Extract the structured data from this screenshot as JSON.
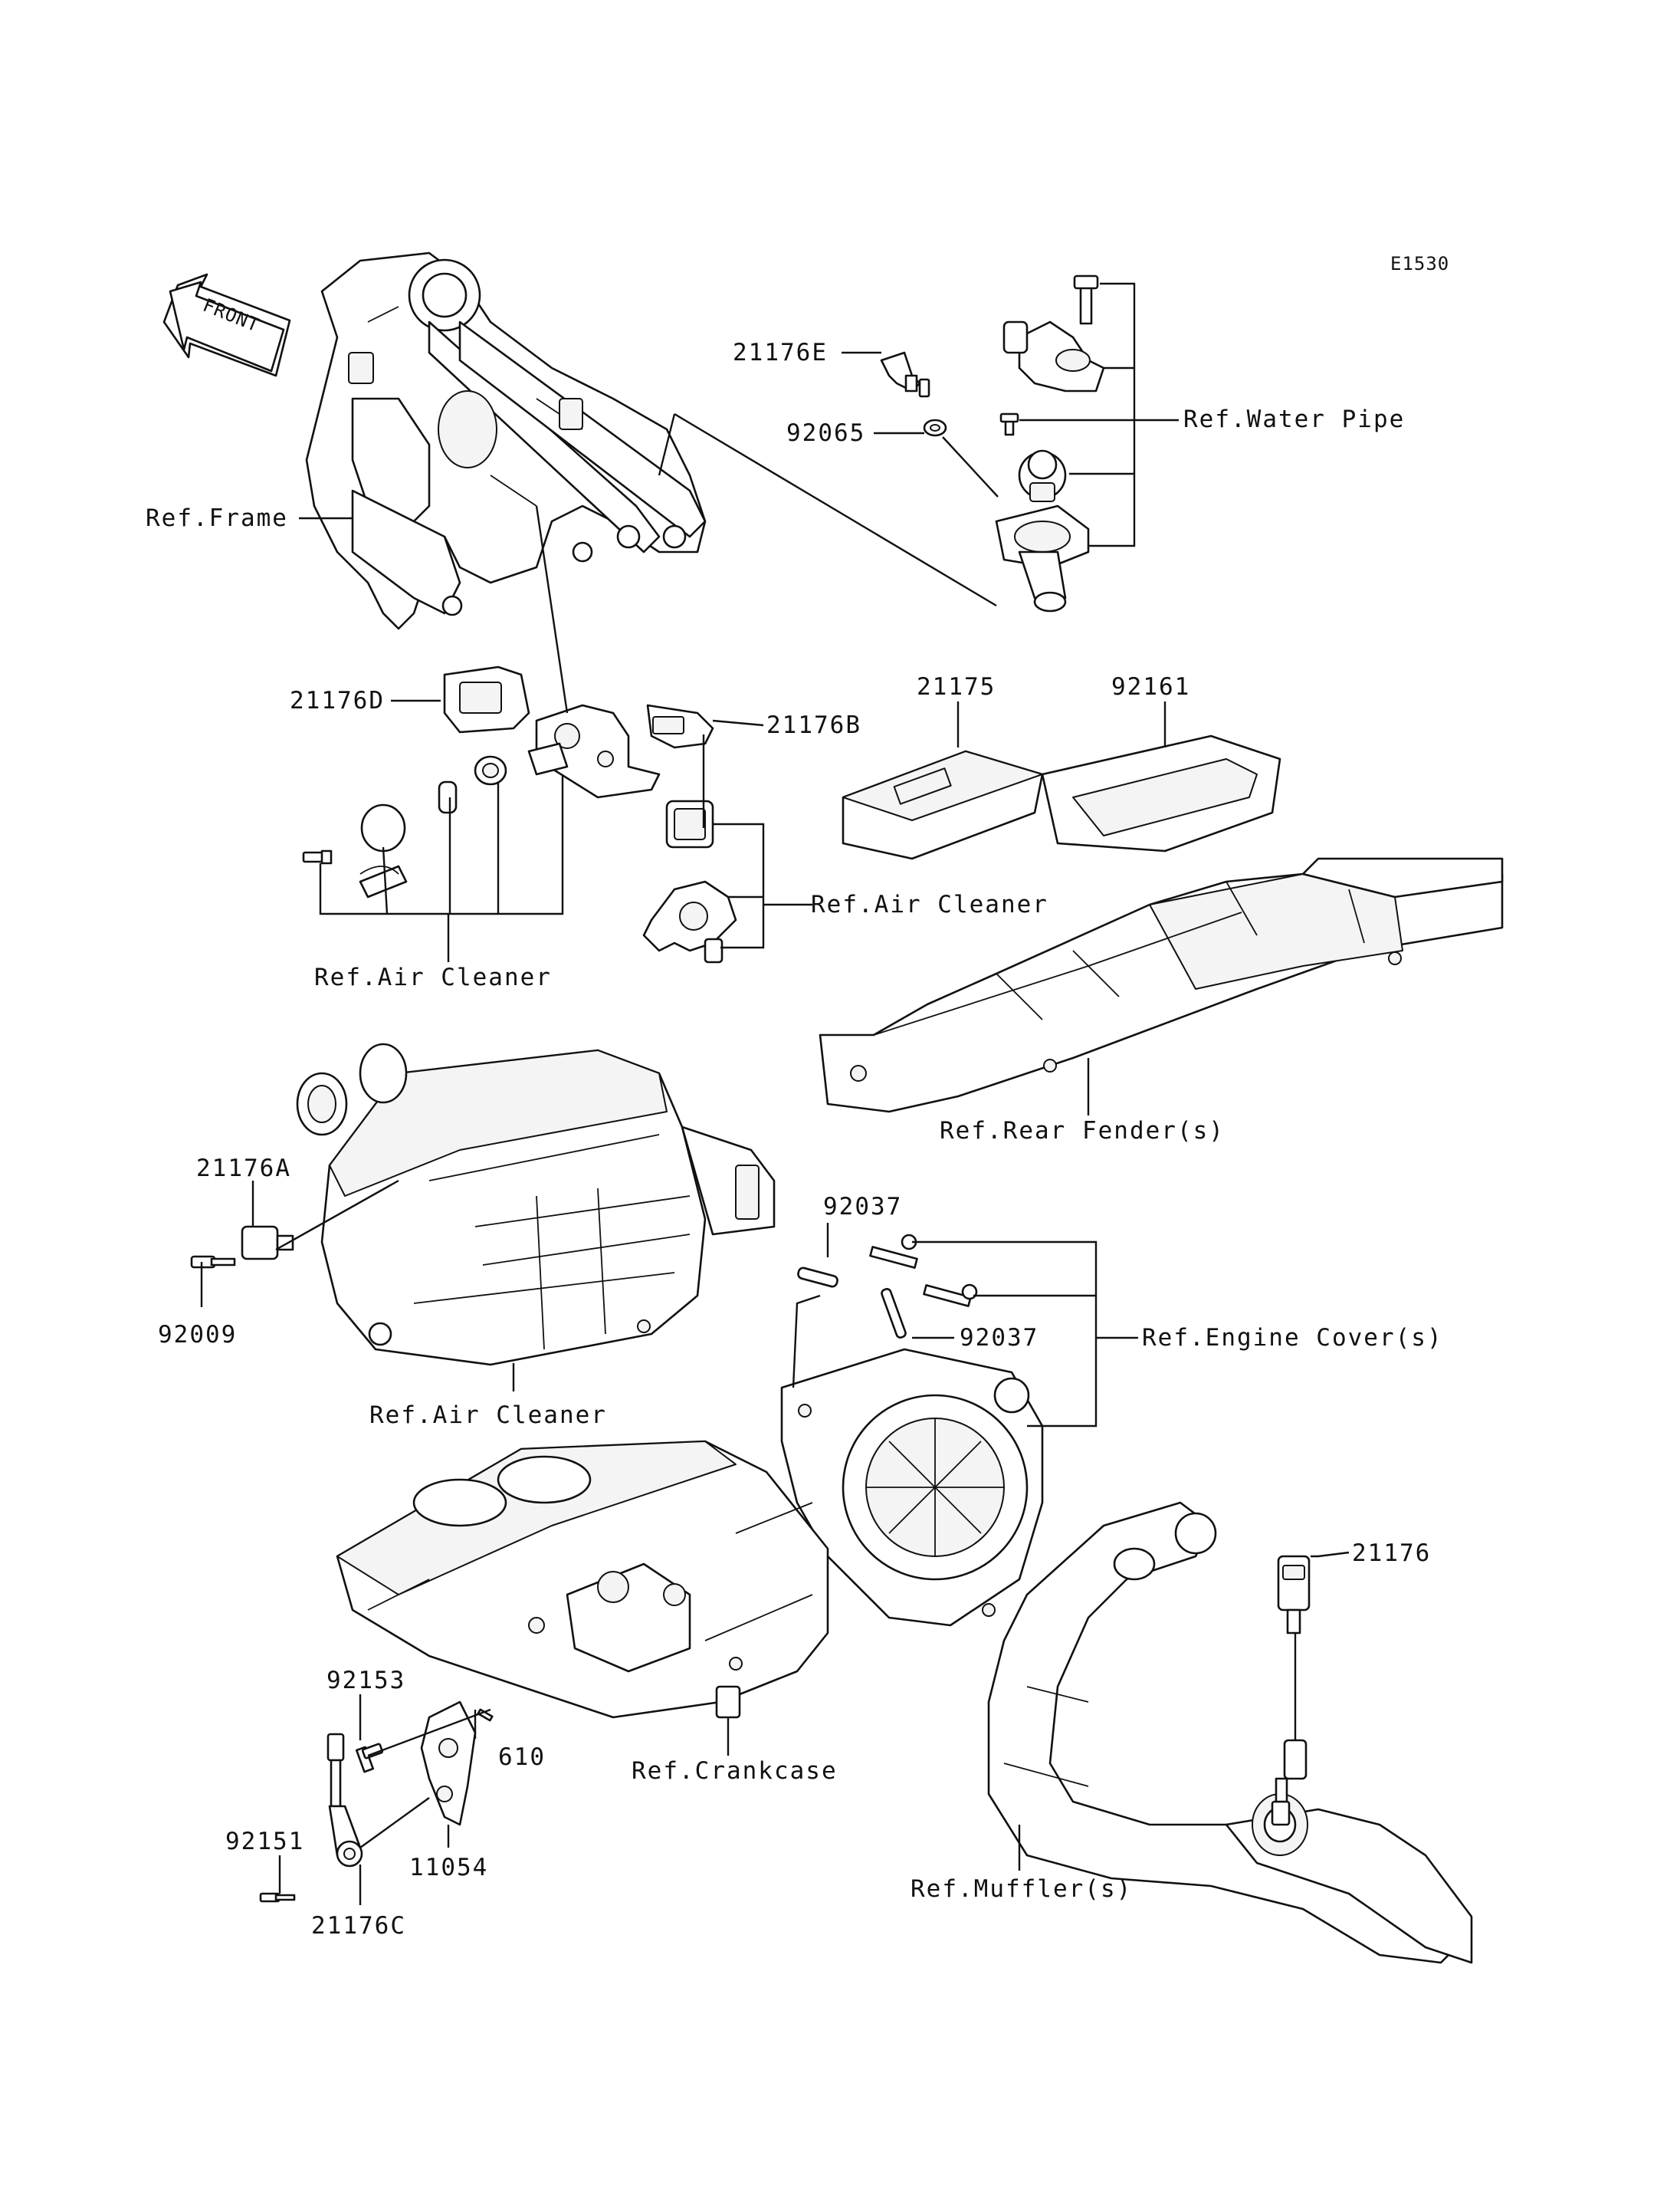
{
  "diagram_code": "E1530",
  "front_label": "FRONT",
  "labels": {
    "p21176E": "21176E",
    "p92065": "92065",
    "ref_water_pipe": "Ref.Water Pipe",
    "ref_frame": "Ref.Frame",
    "p21176D": "21176D",
    "p21176B": "21176B",
    "p21175": "21175",
    "p92161": "92161",
    "ref_air_cleaner_1": "Ref.Air Cleaner",
    "ref_air_cleaner_2": "Ref.Air Cleaner",
    "ref_rear_fender": "Ref.Rear Fender(s)",
    "p21176A": "21176A",
    "p92009": "92009",
    "ref_air_cleaner_3": "Ref.Air Cleaner",
    "p92037_a": "92037",
    "p92037_b": "92037",
    "ref_engine_cover": "Ref.Engine Cover(s)",
    "p21176": "21176",
    "p92153": "92153",
    "p610": "610",
    "ref_crankcase": "Ref.Crankcase",
    "p92151": "92151",
    "p11054": "11054",
    "p21176C": "21176C",
    "ref_muffler": "Ref.Muffler(s)"
  }
}
